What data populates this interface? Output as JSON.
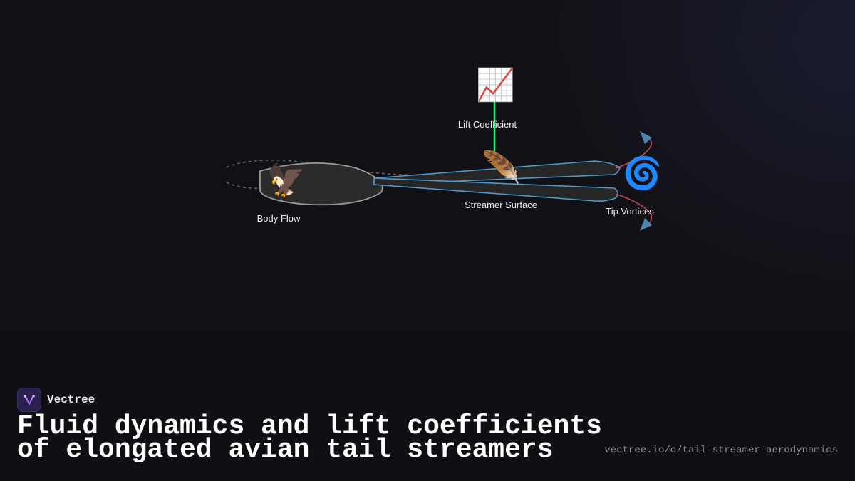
{
  "diagram": {
    "nodes": {
      "lift": {
        "icon": "chart-increasing-icon",
        "glyph": "📈",
        "label": "Lift Coefficient"
      },
      "body": {
        "icon": "eagle-icon",
        "glyph": "🦅",
        "label": "Body Flow"
      },
      "streamer": {
        "icon": "feather-icon",
        "glyph": "🪶",
        "label": "Streamer Surface"
      },
      "vortex": {
        "icon": "cyclone-icon",
        "glyph": "🌀",
        "label": "Tip Vortices"
      }
    },
    "colors": {
      "connector_green": "#2ee66f",
      "streamer_outline": "#4f97c9",
      "vortex_curve": "#c04a55",
      "vortex_arrow": "#4a86b0",
      "body_outline": "#9a9a9a",
      "body_fill": "#2b2b2b"
    }
  },
  "brand": {
    "name": "Vectree",
    "logo_icon": "vectree-logo-icon"
  },
  "headline": {
    "line1": "Fluid dynamics and lift coefficients",
    "line2": "of elongated avian tail streamers"
  },
  "url": "vectree.io/c/tail-streamer-aerodynamics"
}
